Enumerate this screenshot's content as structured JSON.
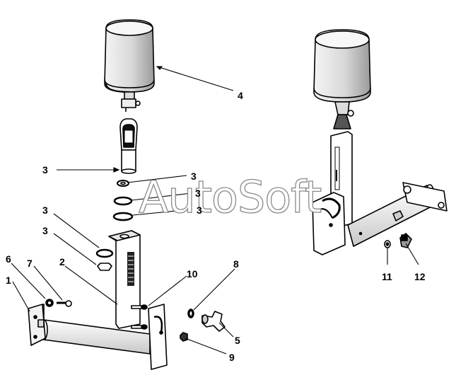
{
  "watermark": "AutoSoft",
  "colors": {
    "ink": "#000000",
    "paper": "#ffffff",
    "shade": "#bdbdbd",
    "watermark_stroke": "#8a8a8a"
  },
  "callouts": [
    {
      "id": "1",
      "text": "1"
    },
    {
      "id": "2",
      "text": "2"
    },
    {
      "id": "3a",
      "text": "3"
    },
    {
      "id": "3b",
      "text": "3"
    },
    {
      "id": "3c",
      "text": "3"
    },
    {
      "id": "3d",
      "text": "3"
    },
    {
      "id": "3e",
      "text": "3"
    },
    {
      "id": "3f",
      "text": "3"
    },
    {
      "id": "4",
      "text": "4"
    },
    {
      "id": "5",
      "text": "5"
    },
    {
      "id": "6",
      "text": "6"
    },
    {
      "id": "7",
      "text": "7"
    },
    {
      "id": "8",
      "text": "8"
    },
    {
      "id": "9",
      "text": "9"
    },
    {
      "id": "10",
      "text": "10"
    },
    {
      "id": "11",
      "text": "11"
    },
    {
      "id": "12",
      "text": "12"
    }
  ]
}
